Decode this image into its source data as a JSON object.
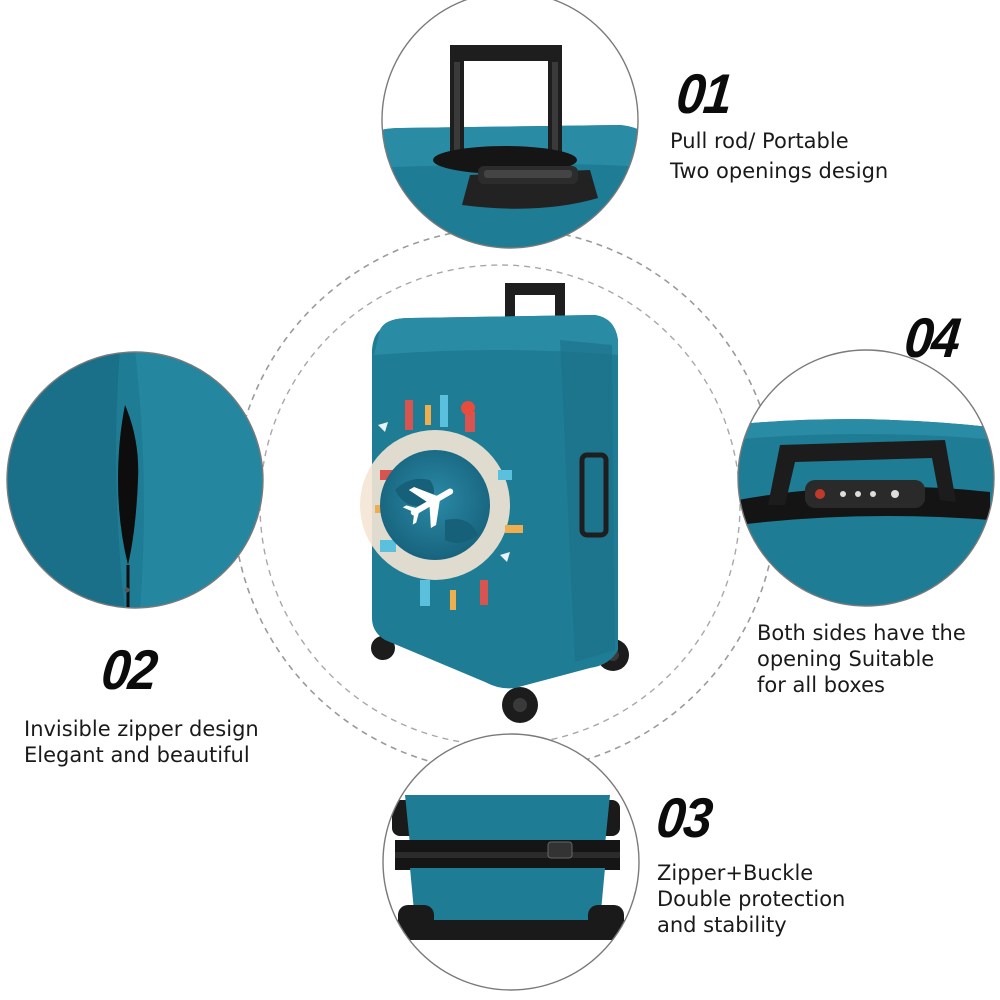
{
  "colors": {
    "fabric": "#1f7c95",
    "fabric_dark": "#145e72",
    "plastic": "#1b1b1b",
    "dashed_ring": "#9a9a9a",
    "circle_border": "#7a7a7a"
  },
  "features": [
    {
      "number": "01",
      "lines": [
        "Pull rod/ Portable",
        "Two openings design"
      ],
      "detail_image": "pull-rod-handle-closeup"
    },
    {
      "number": "02",
      "lines": [
        "Invisible zipper design",
        "Elegant and beautiful"
      ],
      "detail_image": "invisible-zipper-closeup"
    },
    {
      "number": "03",
      "lines": [
        "Zipper+Buckle",
        "Double protection",
        "and stability"
      ],
      "detail_image": "bottom-buckle-closeup"
    },
    {
      "number": "04",
      "lines": [
        "Both sides have the",
        "opening Suitable",
        "for all boxes"
      ],
      "detail_image": "side-handle-closeup"
    }
  ],
  "center_product": {
    "name": "luggage-cover-world-travel-print"
  }
}
